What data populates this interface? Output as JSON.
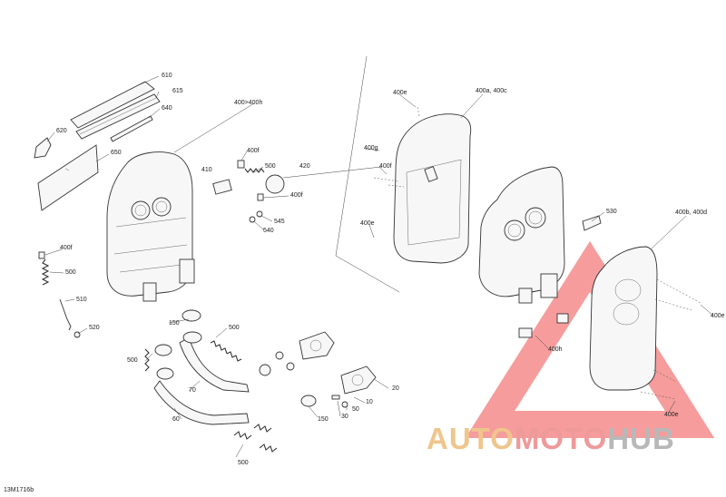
{
  "labels": {
    "l610": "610",
    "l615": "615",
    "l640": "640",
    "l620": "620",
    "l650": "650",
    "l400_400h": "400>400h",
    "l400f_a": "400f",
    "l500_a": "500",
    "l410": "410",
    "l420": "420",
    "l400f_b": "400f",
    "l545": "545",
    "l540": "540",
    "l400f_c": "400f",
    "l500_b": "500",
    "l510": "510",
    "l520": "520",
    "l150_a": "150",
    "l500_c": "500",
    "l500_d": "500",
    "l70": "70",
    "l60": "60",
    "l500_e": "500",
    "l150_b": "150",
    "l30": "30",
    "l50": "50",
    "l10": "10",
    "l20": "20",
    "l400e_a": "400e",
    "l400a_400c": "400a, 400c",
    "l400g": "400g",
    "l400f_d": "400f",
    "l400e_b": "400e",
    "l530": "530",
    "l400b_400d": "400b, 400d",
    "l400e_c": "400e",
    "l400h": "400h",
    "l400e_d": "400e"
  },
  "diagram_code": "13M1716b",
  "watermark": {
    "part1": "AUTO",
    "part2": "MOTO",
    "part3": "HUB",
    "colors": {
      "auto": "#f0c58c",
      "moto": "#ee9a9a",
      "hub": "#b8b8b8",
      "triangle": "#ee4b4b"
    }
  }
}
